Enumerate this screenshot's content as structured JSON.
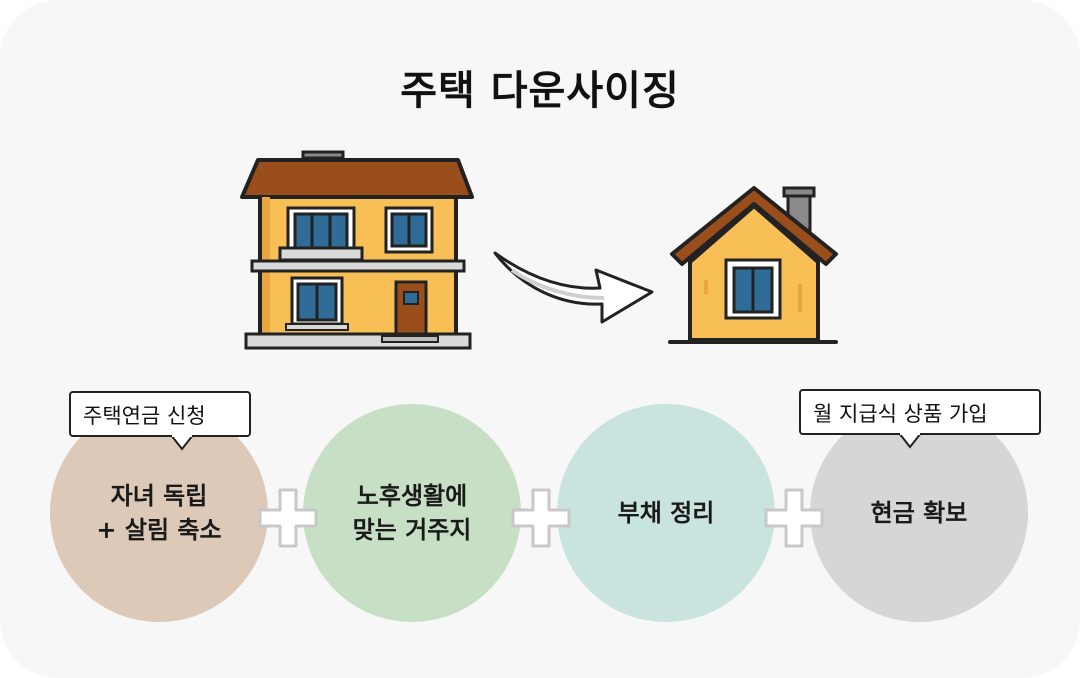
{
  "title": "주택 다운사이징",
  "steps": [
    {
      "label": "자녀 독립\n+ 살림 축소",
      "color": "#dcc9b8"
    },
    {
      "label": "노후생활에\n맞는 거주지",
      "color": "#c7e0c5"
    },
    {
      "label": "부채 정리",
      "color": "#c9e3df"
    },
    {
      "label": "현금 확보",
      "color": "#d6d6d6"
    }
  ],
  "callouts": {
    "left": "주택연금 신청",
    "right": "월 지급식 상품 가입"
  },
  "icons": {
    "big_house": "two-story-house-icon",
    "arrow": "curved-arrow-icon",
    "small_house": "small-house-icon",
    "plus": "plus-icon"
  }
}
